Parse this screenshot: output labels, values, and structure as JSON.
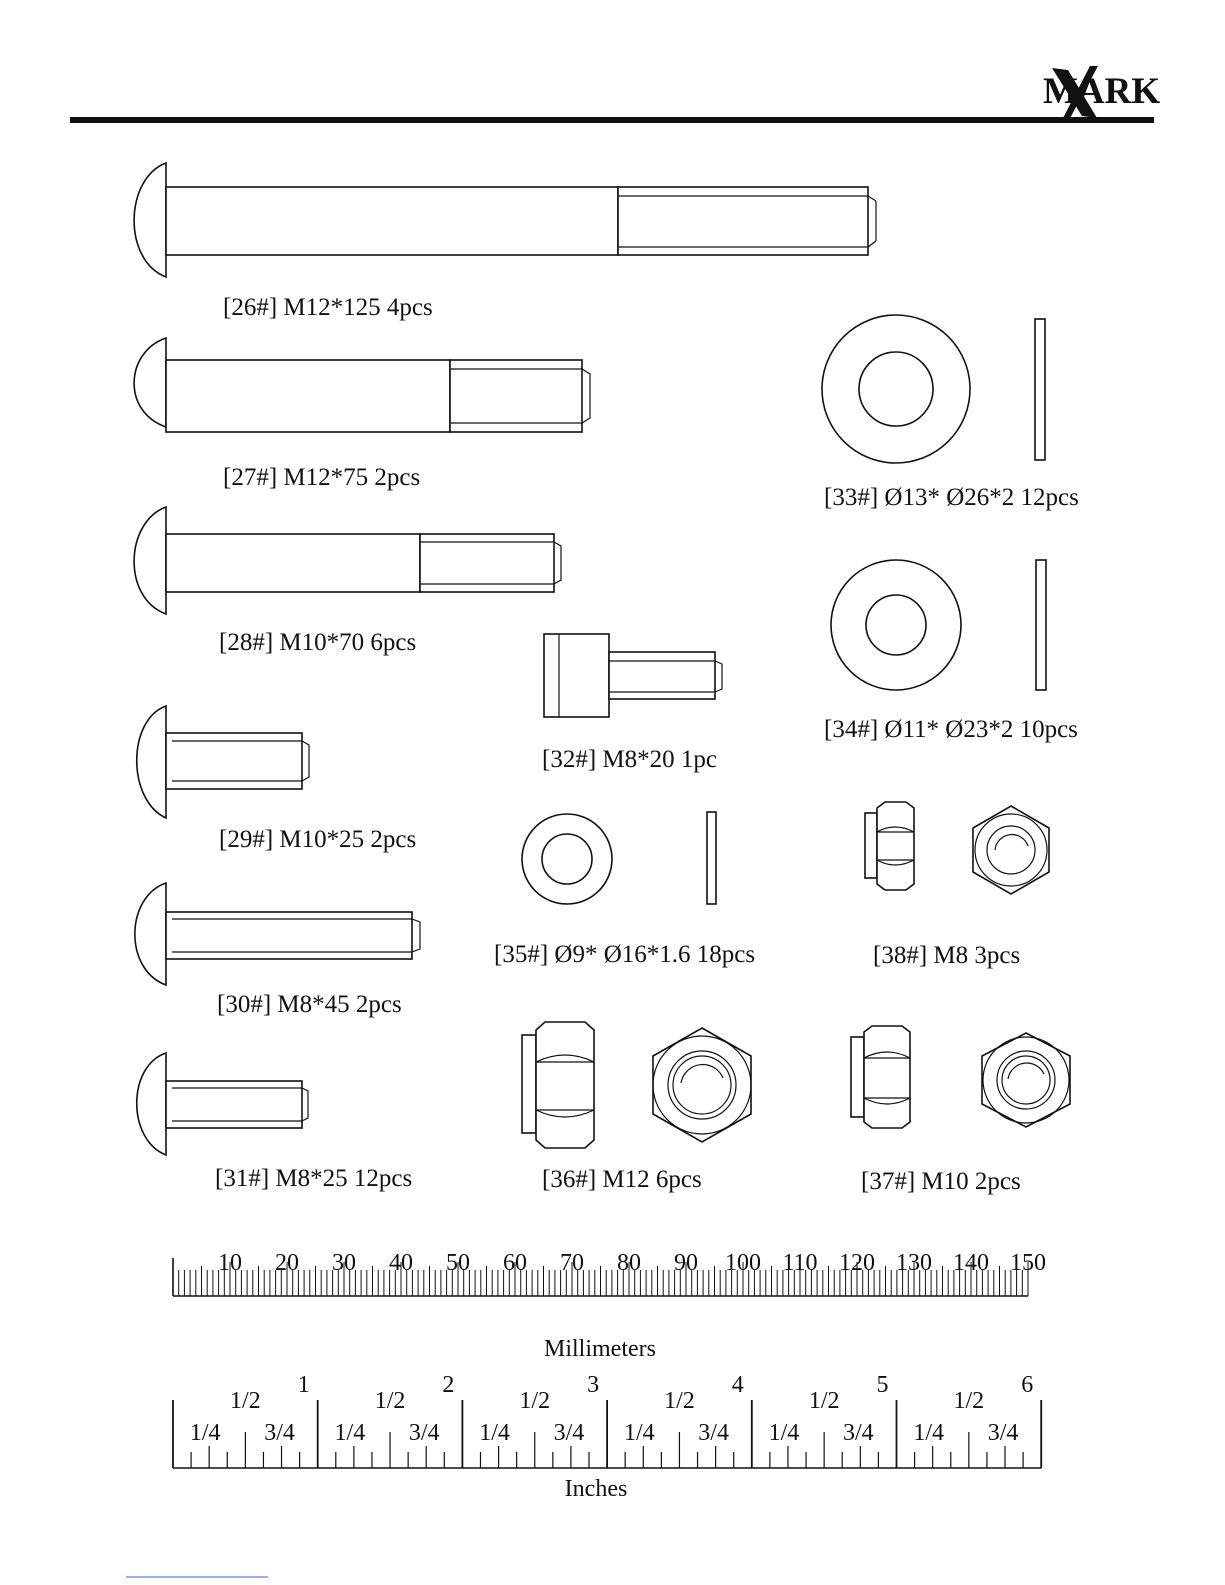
{
  "brand": {
    "logo_text": "MARK",
    "logo_x_mark": "X"
  },
  "parts": [
    {
      "id": "26",
      "label": "[26#]  M12*125  4pcs",
      "type": "bolt"
    },
    {
      "id": "27",
      "label": "[27#]  M12*75  2pcs",
      "type": "bolt"
    },
    {
      "id": "28",
      "label": "[28#]  M10*70   6pcs",
      "type": "bolt"
    },
    {
      "id": "29",
      "label": "[29#]  M10*25  2pcs",
      "type": "bolt"
    },
    {
      "id": "30",
      "label": "[30#]  M8*45  2pcs",
      "type": "bolt"
    },
    {
      "id": "31",
      "label": "[31#]  M8*25  12pcs",
      "type": "bolt"
    },
    {
      "id": "32",
      "label": "[32#]  M8*20  1pc",
      "type": "shoulder-bolt"
    },
    {
      "id": "33",
      "label": "[33#]  Ø13* Ø26*2  12pcs",
      "type": "washer"
    },
    {
      "id": "34",
      "label": "[34#]  Ø11* Ø23*2  10pcs",
      "type": "washer"
    },
    {
      "id": "35",
      "label": "[35#]  Ø9* Ø16*1.6  18pcs",
      "type": "washer"
    },
    {
      "id": "36",
      "label": "[36#]  M12   6pcs",
      "type": "nut"
    },
    {
      "id": "37",
      "label": "[37#]  M10  2pcs",
      "type": "nut"
    },
    {
      "id": "38",
      "label": "[38#]  M8 3pcs",
      "type": "nut"
    }
  ],
  "ruler_mm": {
    "caption": "Millimeters",
    "labels": [
      "10",
      "20",
      "30",
      "40",
      "50",
      "60",
      "70",
      "80",
      "90",
      "100",
      "110",
      "120",
      "130",
      "140",
      "150"
    ]
  },
  "ruler_in": {
    "caption": "Inches",
    "whole": [
      "1",
      "2",
      "3",
      "4",
      "5",
      "6"
    ],
    "half": "1/2",
    "quarter": "1/4",
    "three_quarter": "3/4"
  }
}
